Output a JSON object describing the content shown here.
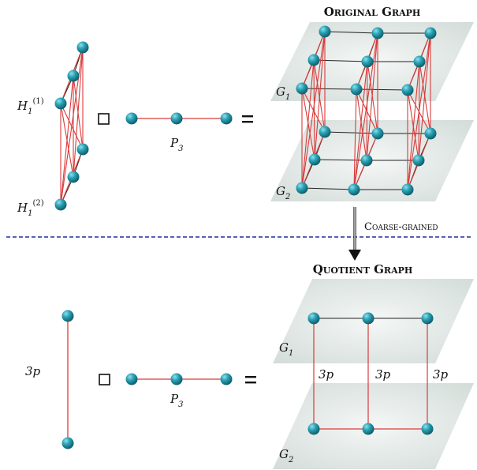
{
  "top": {
    "title": "Original Graph",
    "factor_labels": {
      "h1": {
        "base": "H",
        "sub": "1",
        "sup": "(1)"
      },
      "h2": {
        "base": "H",
        "sub": "1",
        "sup": "(2)"
      }
    },
    "path_label": {
      "base": "P",
      "sub": "3"
    },
    "product_symbol": "□",
    "equals_symbol": "=",
    "layer_labels": [
      {
        "base": "G",
        "sub": "1"
      },
      {
        "base": "G",
        "sub": "2"
      }
    ]
  },
  "transition": {
    "label": "Coarse-grained"
  },
  "bottom": {
    "title": "Quotient Graph",
    "edge_weight": "3p",
    "factor_edge_label": "3p",
    "path_label": {
      "base": "P",
      "sub": "3"
    },
    "product_symbol": "□",
    "equals_symbol": "=",
    "layer_labels": [
      {
        "base": "G",
        "sub": "1"
      },
      {
        "base": "G",
        "sub": "2"
      }
    ],
    "edge_weights": [
      "3p",
      "3p",
      "3p"
    ]
  },
  "colors": {
    "node": "#1e8fa3",
    "node_highlight": "#7fd3df",
    "red_edge": "#d93b3b",
    "black_edge": "#222222",
    "plane": "#dfe6e3",
    "divider": "#1f2f9a"
  }
}
